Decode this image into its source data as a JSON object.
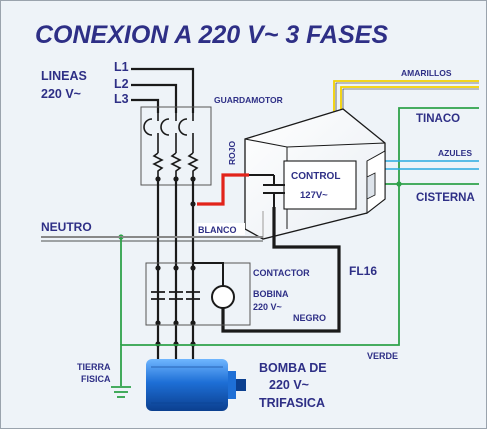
{
  "title": "CONEXION A 220 V~ 3 FASES",
  "lines_label": [
    "LINEAS",
    "220 V~"
  ],
  "phases": [
    "L1",
    "L2",
    "L3"
  ],
  "guardamotor_label": "GUARDAMOTOR",
  "rojo_label": "ROJO",
  "control": {
    "line1": "CONTROL",
    "line2": "127V~"
  },
  "wire_labels": {
    "amarillos": "AMARILLOS",
    "tinaco": "TINACO",
    "azules": "AZULES",
    "cisterna": "CISTERNA",
    "neutro": "NEUTRO",
    "blanco": "BLANCO",
    "negro": "NEGRO",
    "verde": "VERDE"
  },
  "fl16_label": "FL16",
  "contactor": {
    "title": "CONTACTOR",
    "bobina_line1": "BOBINA",
    "bobina_line2": "220 V~"
  },
  "tierra_label": [
    "TIERRA",
    "FISICA"
  ],
  "bomba_label": [
    "BOMBA DE",
    "220 V~",
    "TRIFASICA"
  ],
  "colors": {
    "title": "#2e2f86",
    "yellow_wire": "#f2d100",
    "blue_wire": "#2aa9e0",
    "green_wire": "#2fa24a",
    "red_wire": "#e2231a",
    "black_wire": "#1a1a1a",
    "motor": "#1e6fd6"
  }
}
